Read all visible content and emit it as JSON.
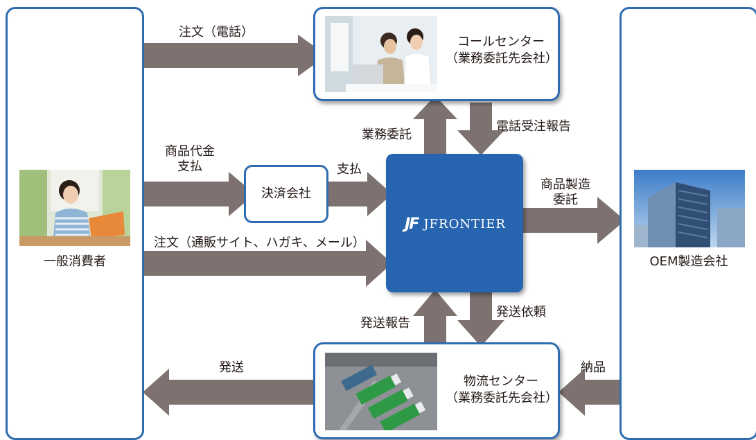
{
  "entities": {
    "consumer": "一般消費者",
    "oem": "OEM製造会社",
    "call_center": {
      "line1": "コールセンター",
      "line2": "（業務委託先会社）"
    },
    "logistics": {
      "line1": "物流センター",
      "line2": "（業務委託先会社）"
    },
    "payment_company": "決済会社",
    "jfrontier": "JFRONTIER",
    "jfrontier_mark": "JF"
  },
  "flows": {
    "order_phone": "注文（電話）",
    "product_payment": {
      "line1": "商品代金",
      "line2": "支払"
    },
    "payment": "支払",
    "order_other": "注文（通販サイト、ハガキ、メール）",
    "outsourcing": "業務委託",
    "phone_order_report": "電話受注報告",
    "manufacturing_request": {
      "line1": "商品製造",
      "line2": "委託"
    },
    "shipping_report": "発送報告",
    "shipping_request": "発送依頼",
    "shipping": "発送",
    "delivery": "納品"
  },
  "colors": {
    "border": "#2e6bb0",
    "arrow": "#7d7270",
    "jfrontier_bg": "#2765b0"
  }
}
